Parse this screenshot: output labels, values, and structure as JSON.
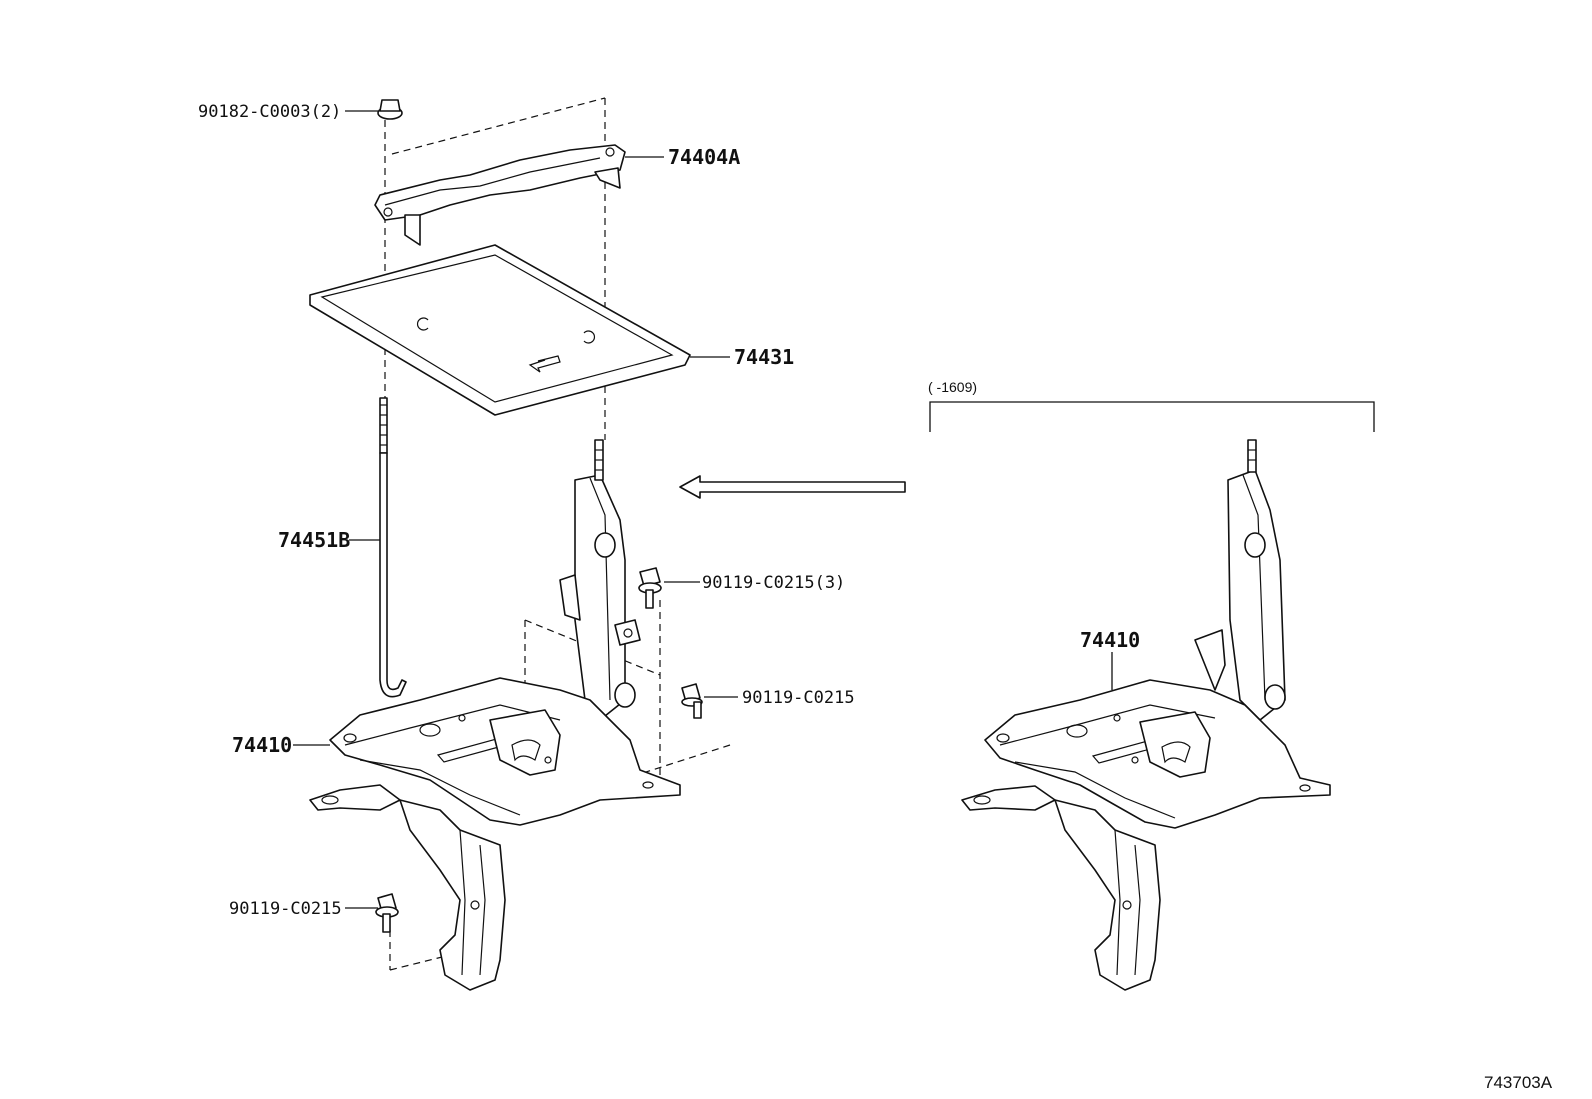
{
  "labels": {
    "nut_top": "90182-C0003(2)",
    "clamp": "74404A",
    "tray": "74431",
    "rod": "74451B",
    "bolt_3": "90119-C0215(3)",
    "bolt_mid": "90119-C0215",
    "carrier_left": "74410",
    "bolt_bottom": "90119-C0215",
    "range_note": "(      -1609)",
    "carrier_right": "74410",
    "diagram_id": "743703A"
  },
  "icons": {
    "direction_arrow": "left-arrow-icon"
  }
}
